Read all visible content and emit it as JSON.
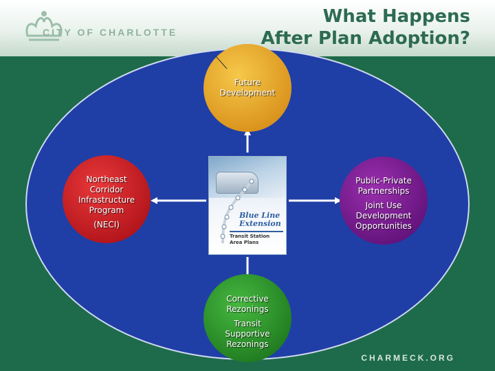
{
  "header": {
    "org_name": "CITY OF CHARLOTTE",
    "title_line1": "What Happens",
    "title_line2": "After Plan Adoption?"
  },
  "center_document": {
    "title_lines": [
      "Blue Line",
      "Extension"
    ],
    "subtitle": "Transit Station Area Plans"
  },
  "nodes": {
    "top": {
      "lines": [
        "Future",
        "Development"
      ],
      "color": "#e8a81c"
    },
    "left": {
      "lines": [
        "Northeast",
        "Corridor",
        "Infrastructure",
        "Program"
      ],
      "extra": "(NECI)",
      "color": "#d0191f"
    },
    "right": {
      "lines": [
        "Public-Private",
        "Partnerships"
      ],
      "extra_lines": [
        "Joint Use",
        "Development",
        "Opportunities"
      ],
      "color": "#7a1a8c"
    },
    "bottom": {
      "lines": [
        "Corrective",
        "Rezonings"
      ],
      "extra_lines": [
        "Transit",
        "Supportive",
        "Rezonings"
      ],
      "color": "#2e9a2c"
    }
  },
  "colors": {
    "background": "#1d6b4a",
    "oval": "#1f3fa6",
    "oval_edge": "#cfd8f0",
    "arrow": "#ffffff"
  },
  "footer": {
    "site": "CHARMECK.ORG"
  }
}
